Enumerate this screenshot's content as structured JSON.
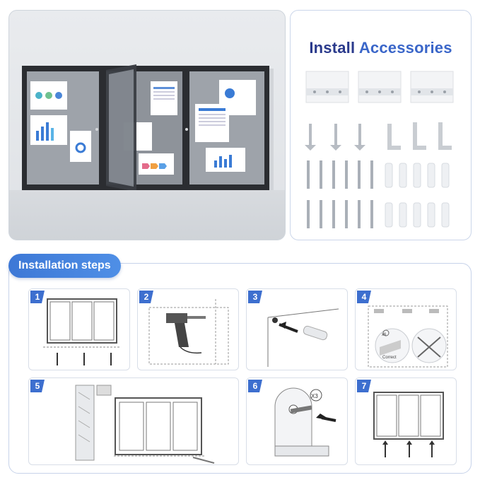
{
  "accessories": {
    "title_part1": "Install",
    "title_part2": "Accessories"
  },
  "board": {
    "panel_left_label": "",
    "door_swing": "open"
  },
  "steps": {
    "badge": "Installation steps",
    "items": [
      {
        "number": "1"
      },
      {
        "number": "2"
      },
      {
        "number": "3"
      },
      {
        "number": "4",
        "text": "Correct",
        "screw_count": "x6"
      },
      {
        "number": "5"
      },
      {
        "number": "6",
        "screw_count": "X3"
      },
      {
        "number": "7"
      }
    ]
  },
  "colors": {
    "accent": "#3d6fcf",
    "title_dark": "#2a3a8c",
    "title_blue": "#3a66c9",
    "frame": "#2b2d31",
    "felt": "#9ea3aa"
  }
}
